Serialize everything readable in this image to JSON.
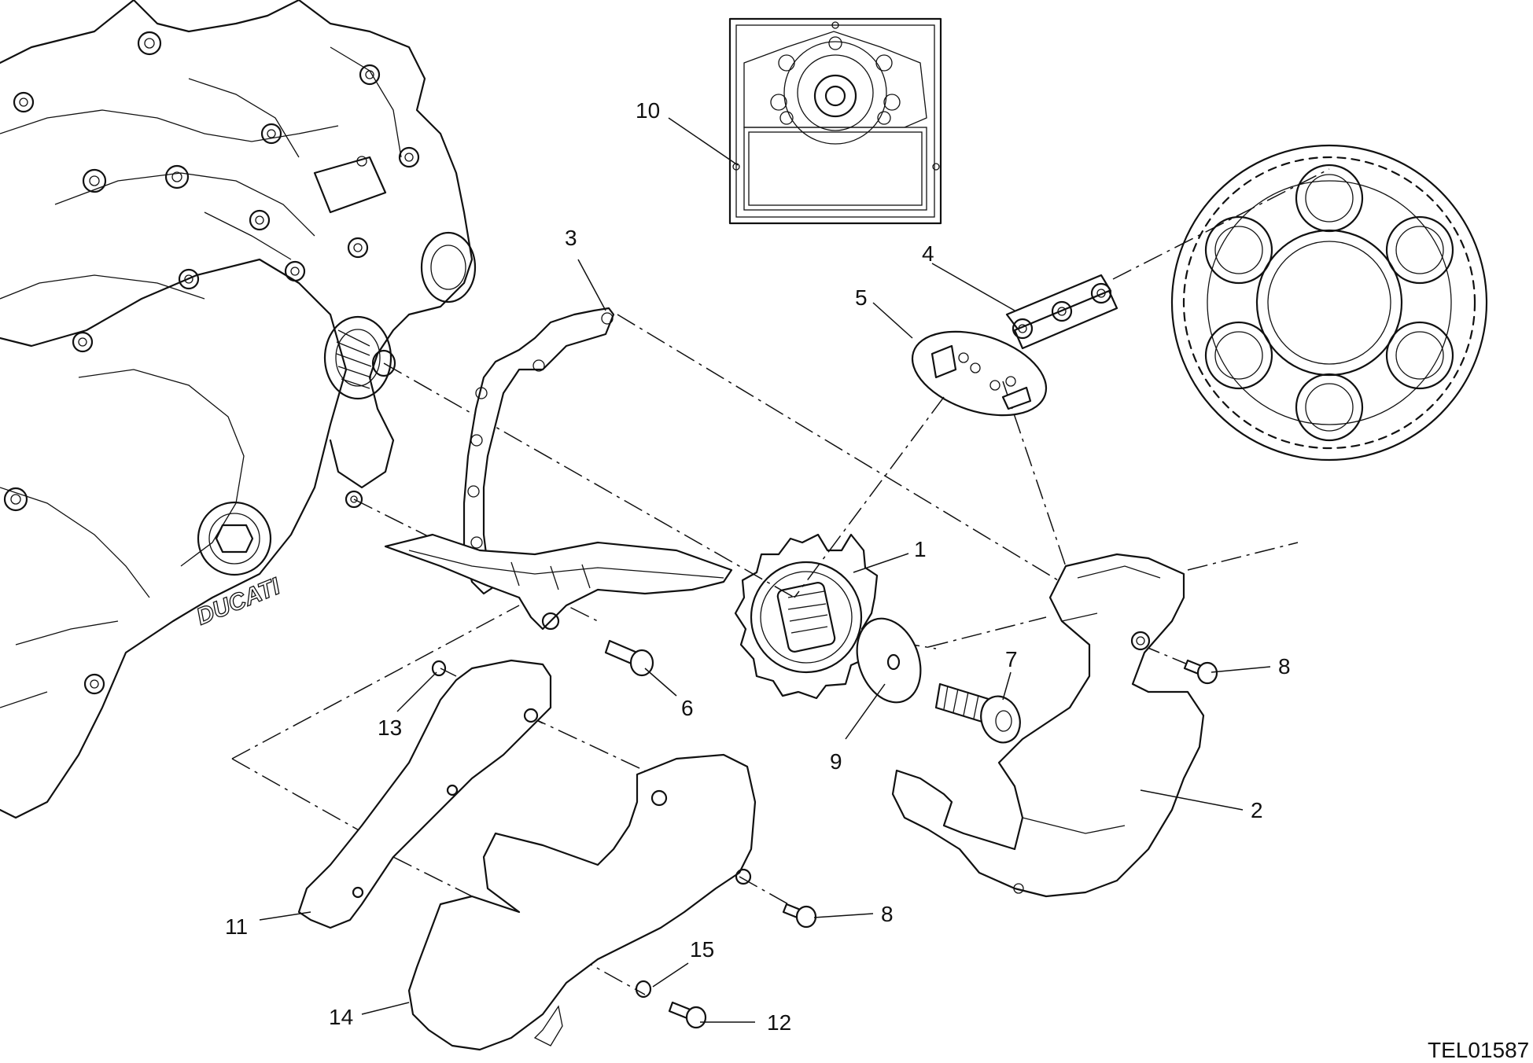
{
  "diagram": {
    "reference_code": "TEL01587",
    "engine_brand_mark": "DUCATI",
    "callouts": [
      {
        "id": "1",
        "label": "1"
      },
      {
        "id": "2",
        "label": "2"
      },
      {
        "id": "3",
        "label": "3"
      },
      {
        "id": "4",
        "label": "4"
      },
      {
        "id": "5",
        "label": "5"
      },
      {
        "id": "6",
        "label": "6"
      },
      {
        "id": "7",
        "label": "7"
      },
      {
        "id": "8a",
        "label": "8"
      },
      {
        "id": "8b",
        "label": "8"
      },
      {
        "id": "9",
        "label": "9"
      },
      {
        "id": "10",
        "label": "10"
      },
      {
        "id": "11",
        "label": "11"
      },
      {
        "id": "12",
        "label": "12"
      },
      {
        "id": "13",
        "label": "13"
      },
      {
        "id": "14",
        "label": "14"
      },
      {
        "id": "15",
        "label": "15"
      }
    ]
  }
}
